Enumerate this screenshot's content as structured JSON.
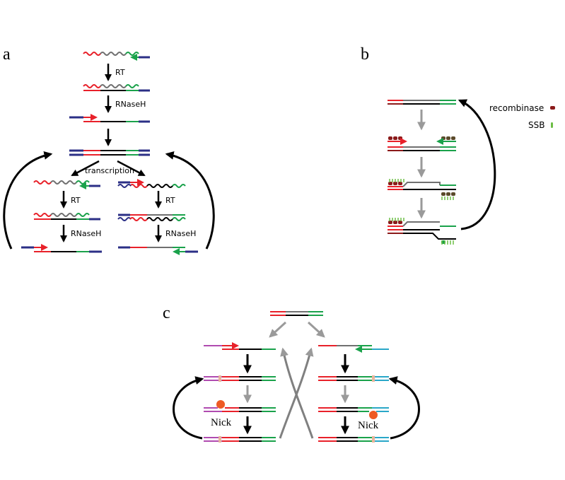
{
  "panels": {
    "a": {
      "letter": "a",
      "labels": {
        "rt_top": "RT",
        "rnaseh_top": "RNaseH",
        "transcription": "transcription",
        "rt_left": "RT",
        "rt_right": "RT",
        "rnaseh_left": "RNaseH",
        "rnaseh_right": "RNaseH"
      }
    },
    "b": {
      "letter": "b",
      "legend": {
        "recombinase": "recombinase",
        "ssb": "SSB"
      }
    },
    "c": {
      "letter": "c",
      "labels": {
        "nick_left": "Nick",
        "nick_right": "Nick"
      }
    }
  },
  "colors": {
    "red": "#e8212a",
    "green": "#1aa24b",
    "navy": "#2b2f86",
    "gray": "#707070",
    "black": "#000000",
    "light_arrow": "#9a9a9a",
    "purple": "#b04bb0",
    "cyan": "#2aa7c8",
    "dark_red": "#8b1a1a",
    "light_green": "#6cbd45",
    "orange": "#ee5a24",
    "tan": "#e8b49a"
  }
}
